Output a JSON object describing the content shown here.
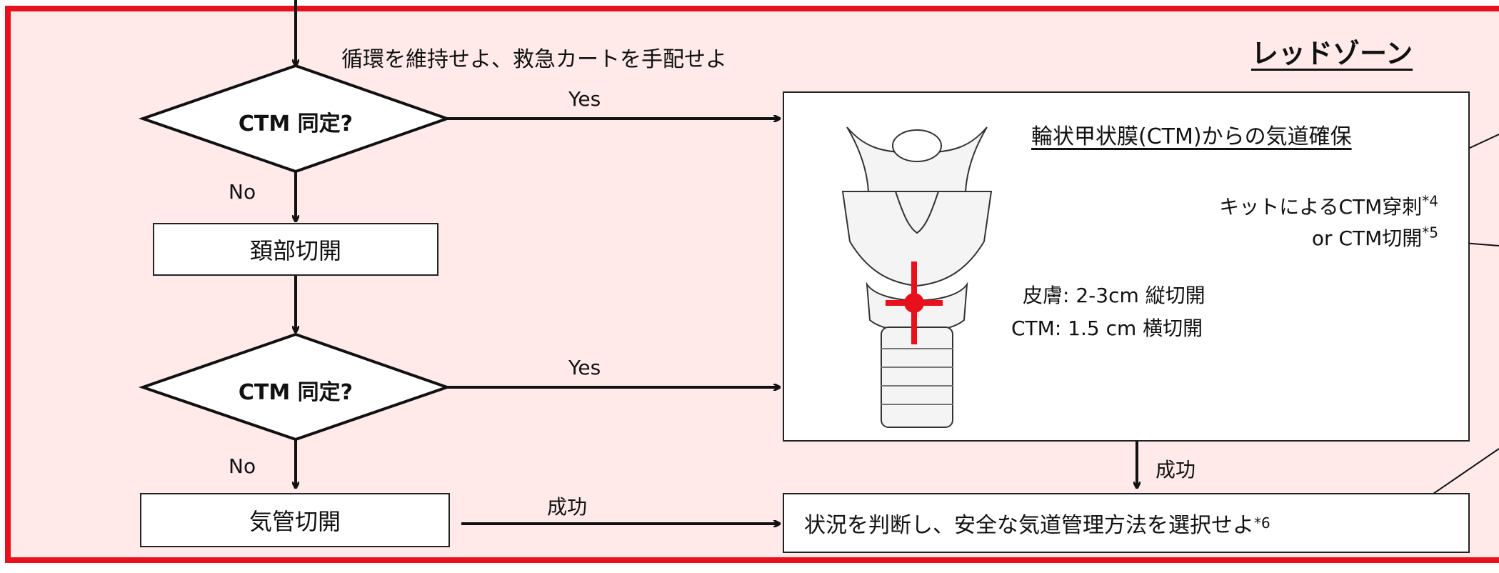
{
  "instruction": "循環を維持せよ、救急カートを手配せよ",
  "zone_title": "レッドゾーン",
  "decision1": {
    "label": "CTM 同定?",
    "yes": "Yes",
    "no": "No"
  },
  "step_neck": "頚部切開",
  "decision2": {
    "label": "CTM 同定?",
    "yes": "Yes",
    "no": "No"
  },
  "step_trach": "気管切開",
  "success_trach": "成功",
  "ctm_box": {
    "title": "輪状甲状膜(CTM)からの気道確保",
    "kit": "キットによるCTM穿刺",
    "kit_note": "*4",
    "incision": "or CTM切開",
    "incision_note": "*5",
    "skin": "皮膚: 2-3cm  縦切開",
    "ctm_cut": "CTM: 1.5 cm  横切開"
  },
  "success_ctm": "成功",
  "final": {
    "text": "状況を判断し、安全な気道管理方法を選択せよ",
    "note": "*6"
  },
  "colors": {
    "zone_border": "#e8101c",
    "zone_bg": "#ffe9e9",
    "marker": "#e8101c"
  }
}
